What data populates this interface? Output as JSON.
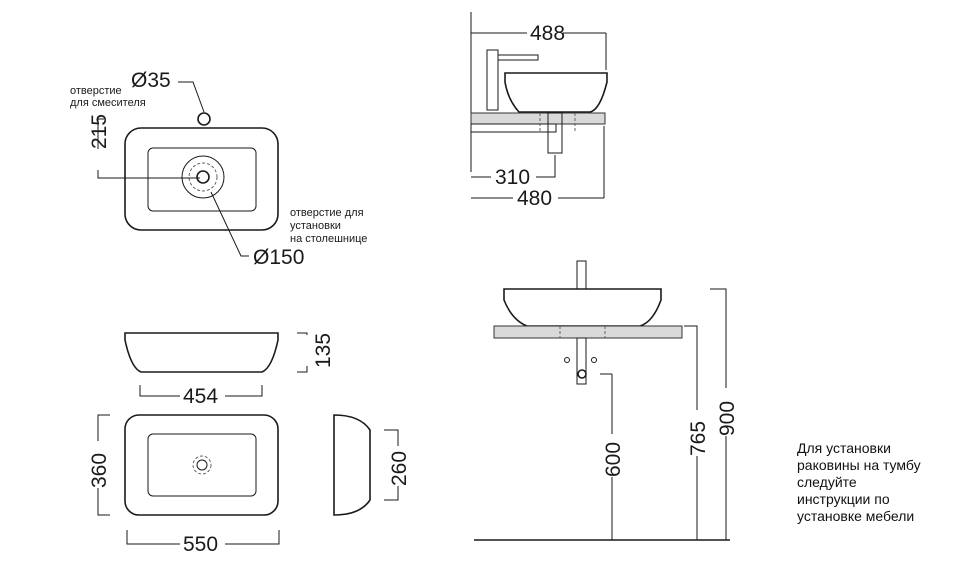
{
  "dimensions": {
    "mixer_hole_diameter": "Ø35",
    "drain_hole_diameter": "Ø150",
    "mixer_offset": "215",
    "side_depth_total": "488",
    "side_counter_inner": "310",
    "side_counter_depth": "480",
    "bowl_height": "135",
    "bowl_top_width": "454",
    "plan_width": "550",
    "plan_depth": "360",
    "end_depth": "260",
    "drain_height": "600",
    "counter_height": "765",
    "total_height": "900"
  },
  "notes": {
    "mixer_hole": [
      "отверстие",
      "для смесителя"
    ],
    "counter_hole": [
      "отверстие для",
      "установки",
      "на столешнице"
    ],
    "installation": [
      "Для установки",
      "раковины на тумбу",
      "следуйте",
      "инструкции по",
      "установке мебели"
    ]
  }
}
